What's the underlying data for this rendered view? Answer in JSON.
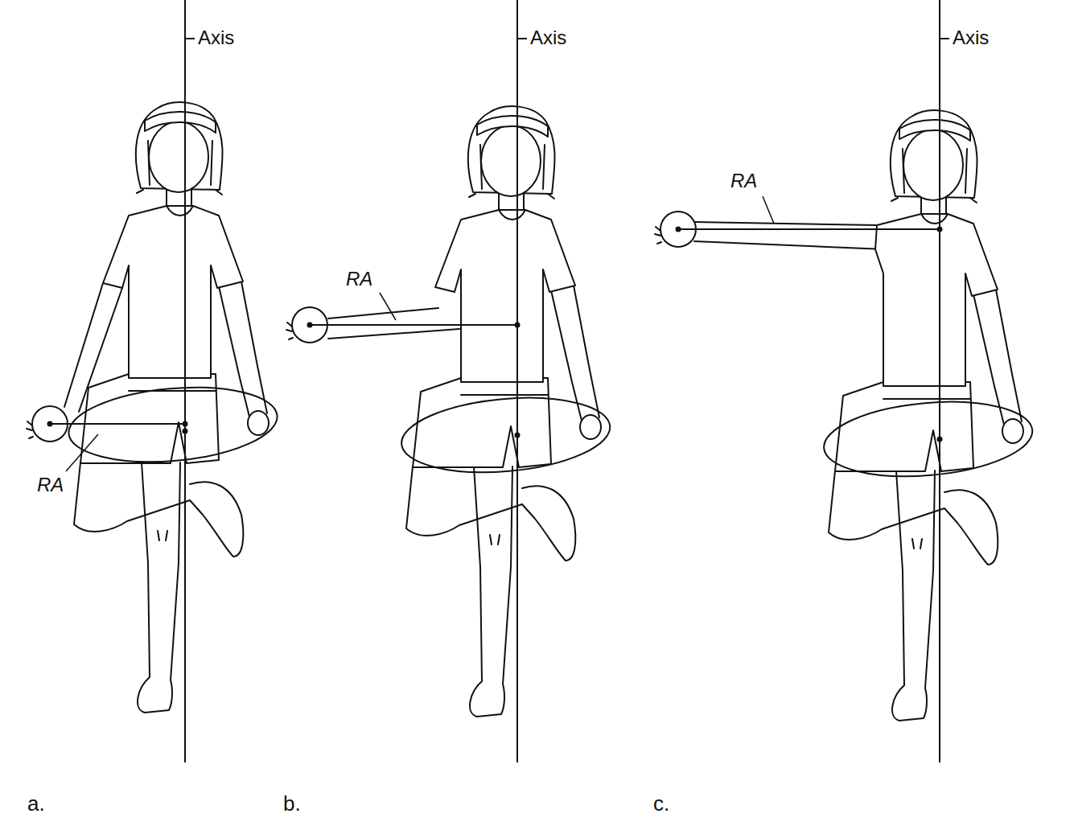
{
  "diagram": {
    "labels": [
      "Axis",
      "RA",
      "a.",
      "Axis",
      "RA",
      "b.",
      "Axis",
      "RA",
      "c."
    ]
  }
}
